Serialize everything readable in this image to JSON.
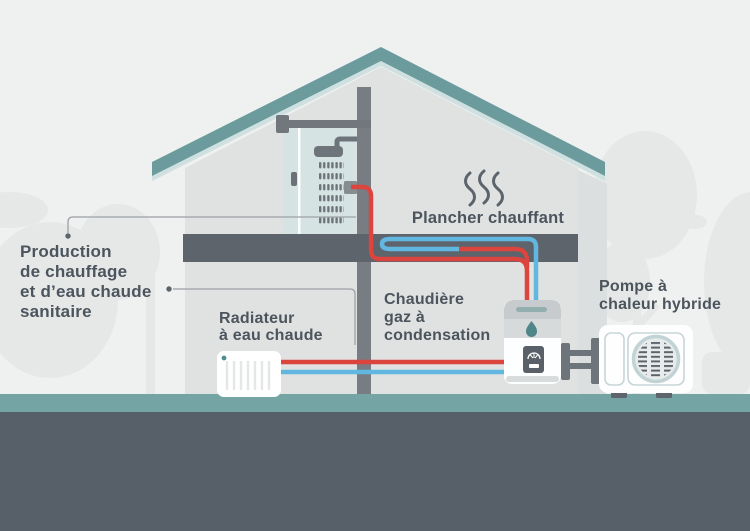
{
  "labels": {
    "production": "Production\nde chauffage\net d’eau chaude\nsanitaire",
    "radiator": "Radiateur\nà eau chaude",
    "floor_heating": "Plancher chauffant",
    "boiler": "Chaudière\ngaz à\ncondensation",
    "heat_pump": "Pompe à\nchaleur hybride"
  },
  "colors": {
    "background": "#eff0f0",
    "house_wall": "#e0e2e2",
    "roof": "#6b9b9d",
    "roof_underside": "#cfe0e0",
    "structure_dark": "#5d646c",
    "interior_wall": "#777d83",
    "ground_teal": "#74a4a4",
    "ground_dark": "#575f68",
    "pipe_hot": "#dc453e",
    "pipe_cold": "#62b7e1",
    "text": "#4c555d",
    "equipment_white": "#fdfeff",
    "accent_teal": "#4e8e90"
  },
  "icons": {
    "steam": "heat-waves-icon",
    "shower": "shower-head-icon",
    "water_drop": "water-drop-icon",
    "flame": "flame-emblem-icon",
    "fan": "fan-grille-icon"
  }
}
